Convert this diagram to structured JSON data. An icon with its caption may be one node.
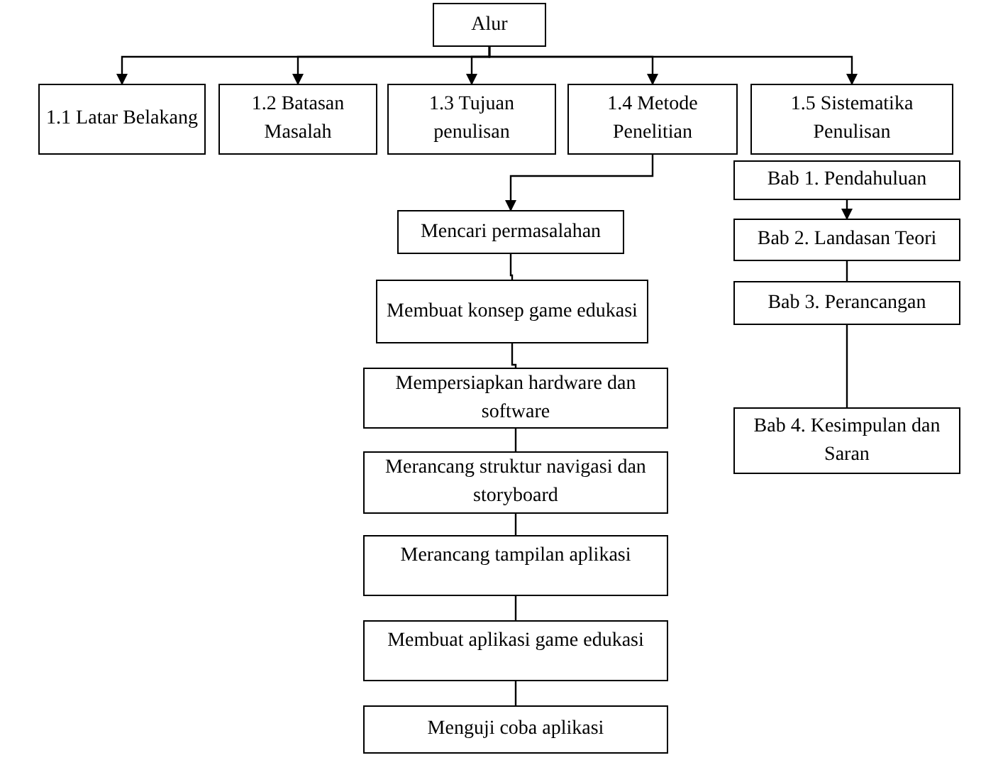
{
  "diagram": {
    "nodes": [
      {
        "text": [
          "Alur"
        ]
      },
      {
        "text": [
          "1.1 Latar Belakang"
        ]
      },
      {
        "text": [
          "1.2 Batasan Masalah"
        ]
      },
      {
        "text": [
          "1.3 Tujuan penulisan"
        ]
      },
      {
        "text": [
          "1.4 Metode Penelitian"
        ]
      },
      {
        "text": [
          "1.5 Sistematika Penulisan"
        ]
      },
      {
        "text": [
          "Bab 1. Pendahuluan"
        ]
      },
      {
        "text": [
          "Bab 2. Landasan Teori"
        ]
      },
      {
        "text": [
          "Bab 3. Perancangan"
        ]
      },
      {
        "text": [
          "Bab 4. Kesimpulan dan Saran"
        ]
      },
      {
        "text": [
          "Mencari permasalahan"
        ]
      },
      {
        "text": [
          "Membuat konsep game edukasi"
        ]
      },
      {
        "text": [
          "Mempersiapkan hardware dan software"
        ]
      },
      {
        "text": [
          "Merancang struktur navigasi dan storyboard"
        ]
      },
      {
        "text": [
          "Merancang tampilan aplikasi"
        ]
      },
      {
        "text": [
          "Membuat aplikasi game edukasi"
        ]
      },
      {
        "text": [
          "Menguji coba aplikasi"
        ]
      }
    ],
    "edges": [
      {
        "from": 0,
        "to": 1,
        "arrow": "to"
      },
      {
        "from": 0,
        "to": 2,
        "arrow": "to"
      },
      {
        "from": 0,
        "to": 3,
        "arrow": "to"
      },
      {
        "from": 0,
        "to": 4,
        "arrow": "to"
      },
      {
        "from": 0,
        "to": 5,
        "arrow": "to"
      },
      {
        "from": 4,
        "to": 10,
        "arrow": "to"
      },
      {
        "from": 10,
        "to": 11,
        "arrow": "none"
      },
      {
        "from": 11,
        "to": 12,
        "arrow": "none"
      },
      {
        "from": 12,
        "to": 13,
        "arrow": "none"
      },
      {
        "from": 13,
        "to": 14,
        "arrow": "none"
      },
      {
        "from": 14,
        "to": 15,
        "arrow": "none"
      },
      {
        "from": 15,
        "to": 16,
        "arrow": "none"
      },
      {
        "from": 6,
        "to": 7,
        "arrow": "to"
      },
      {
        "from": 7,
        "to": 8,
        "arrow": "none"
      },
      {
        "from": 8,
        "to": 9,
        "arrow": "none"
      }
    ]
  }
}
